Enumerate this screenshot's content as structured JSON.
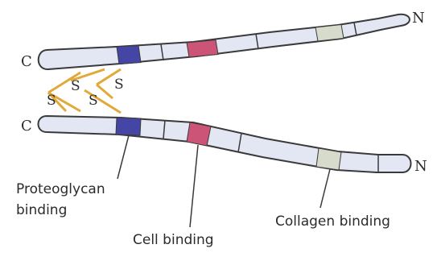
{
  "strand_top": {
    "c_label": "C",
    "n_label": "N"
  },
  "strand_bottom": {
    "c_label": "C",
    "n_label": "N"
  },
  "disulfide_labels": [
    "S",
    "S",
    "S",
    "S"
  ],
  "labels": {
    "proteoglycan_line1": "Proteoglycan",
    "proteoglycan_line2": "binding",
    "cell": "Cell binding",
    "collagen": "Collagen binding"
  },
  "colors": {
    "strand_fill": "#e3e6f3",
    "strand_outline": "#3a3a3a",
    "proteoglycan_domain": "#4545a6",
    "cell_domain": "#cc5577",
    "collagen_domain": "#d6dbcc",
    "disulfide_bond": "#e2a93a"
  }
}
